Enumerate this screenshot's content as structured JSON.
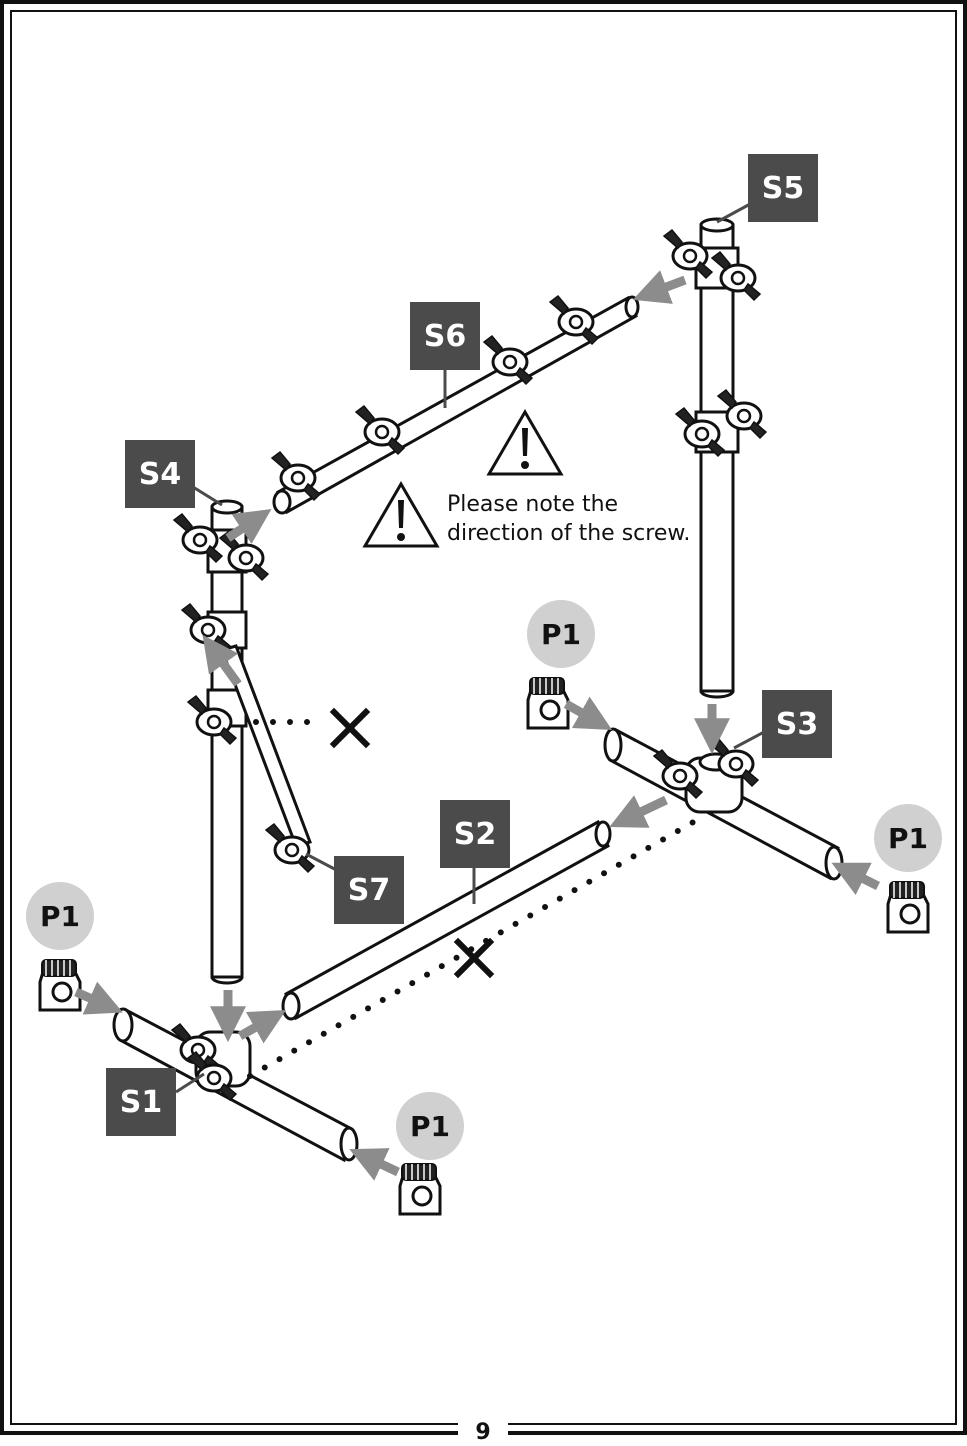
{
  "labels": {
    "s1": "S1",
    "s2": "S2",
    "s3": "S3",
    "s4": "S4",
    "s5": "S5",
    "s6": "S6",
    "s7": "S7",
    "p1_left": "P1",
    "p1_bottom": "P1",
    "p1_top_right": "P1",
    "p1_right": "P1"
  },
  "note": "Please note the\ndirection of the screw.",
  "page_number": "9",
  "icons": [
    "warning-icon",
    "cross-mark-icon",
    "arrow-icon",
    "clamp-icon",
    "end-cap-icon"
  ],
  "colors": {
    "label_box": "#4b4b4b",
    "label_circle": "#d0d0d0",
    "arrow": "#8c8c8c",
    "line": "#111111"
  }
}
